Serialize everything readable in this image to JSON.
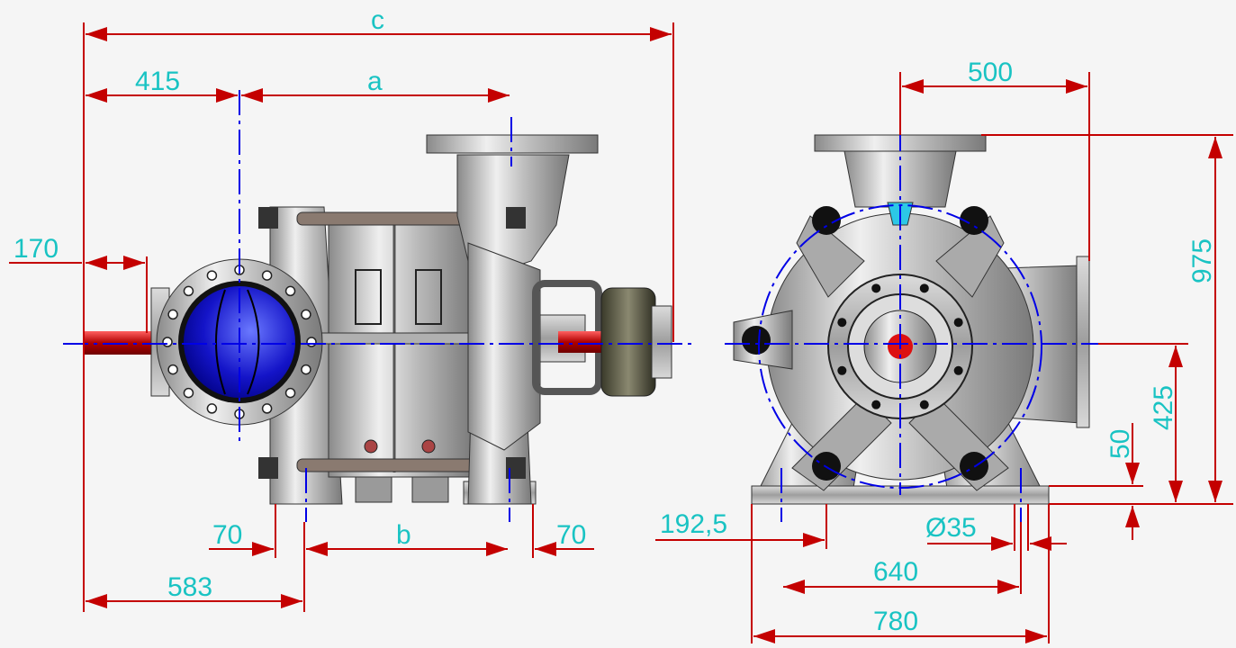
{
  "drawing": {
    "side_view": {
      "dim_c": "c",
      "dim_a": "a",
      "dim_b": "b",
      "dim_415": "415",
      "dim_170": "170",
      "dim_70_left": "70",
      "dim_70_right": "70",
      "dim_583": "583"
    },
    "end_view": {
      "dim_500": "500",
      "dim_975": "975",
      "dim_425": "425",
      "dim_50": "50",
      "dim_192_5": "192,5",
      "dim_dia35": "Ø35",
      "dim_640": "640",
      "dim_780": "780"
    }
  },
  "colors": {
    "dimension_line": "#c40000",
    "dimension_text": "#19c3c3",
    "centerline": "#0000e6",
    "inlet_fill": "#1010cc",
    "shaft": "#cc1111",
    "casing": "#bdbdbd"
  }
}
